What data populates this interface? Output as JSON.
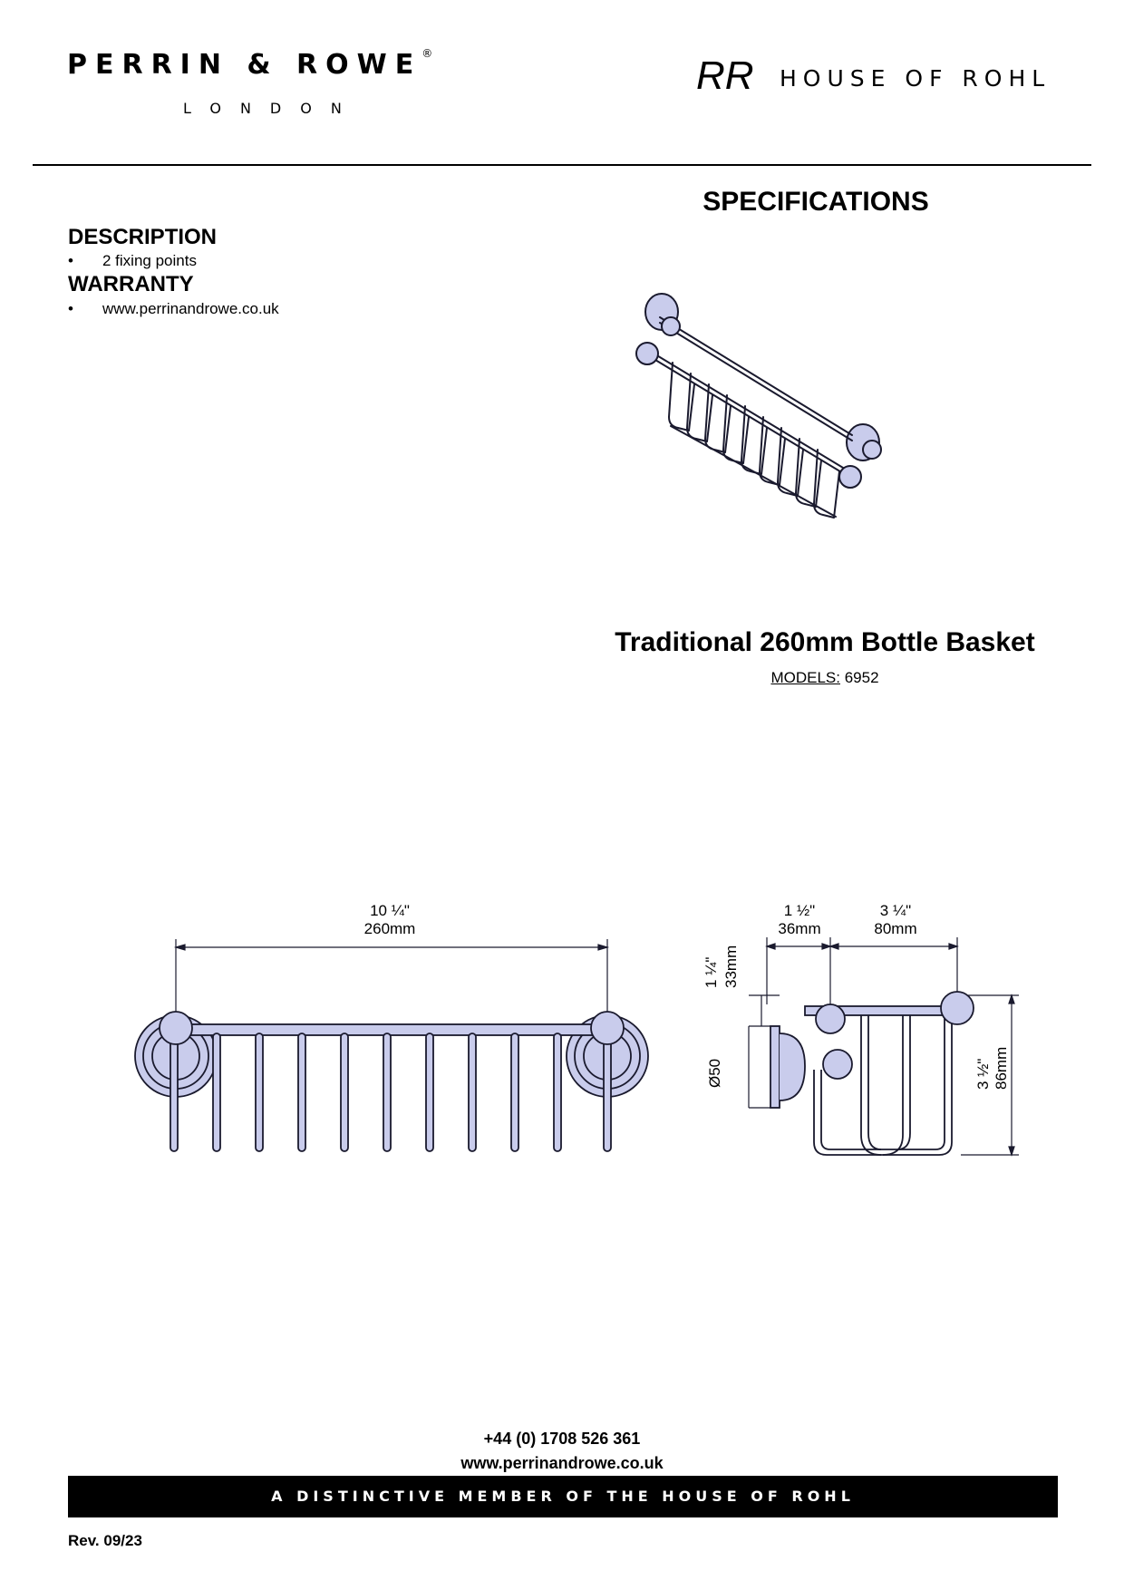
{
  "header": {
    "brand_main": "PERRIN & ROWE",
    "brand_reg": "®",
    "brand_sub": "LONDON",
    "rohl_monogram": "RR",
    "rohl": "HOUSE OF ROHL"
  },
  "spec_title": "SPECIFICATIONS",
  "description": {
    "heading": "DESCRIPTION",
    "items": [
      "2 fixing points"
    ]
  },
  "warranty": {
    "heading": "WARRANTY",
    "items": [
      "www.perrinandrowe.co.uk"
    ]
  },
  "bullet_glyph": "•",
  "product": {
    "title": "Traditional 260mm Bottle Basket",
    "models_label": "MODELS:",
    "models_value": "6952"
  },
  "front_dims": {
    "width_imperial": "10 ¼\"",
    "width_metric": "260mm"
  },
  "side_dims": {
    "depth1_imperial": "1 ½\"",
    "depth1_metric": "36mm",
    "depth2_imperial": "3 ¼\"",
    "depth2_metric": "80mm",
    "offset_imperial": "1 ¼\"",
    "offset_metric": "33mm",
    "rose_diameter": "Ø50",
    "height_imperial": "3 ½\"",
    "height_metric": "86mm"
  },
  "footer": {
    "phone": "+44 (0) 1708 526 361",
    "website": "www.perrinandrowe.co.uk",
    "banner": "A DISTINCTIVE MEMBER OF THE HOUSE OF ROHL",
    "revision": "Rev. 09/23"
  },
  "colors": {
    "line": "#1a1a2e",
    "fill": "#c9ccec",
    "banner": "#000000"
  }
}
